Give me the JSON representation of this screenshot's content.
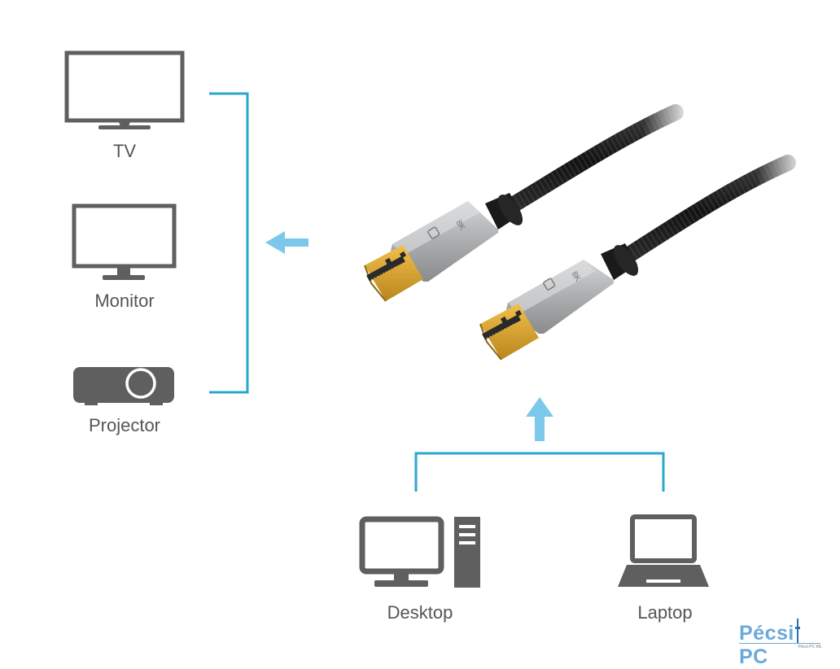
{
  "outputs": {
    "tv_label": "TV",
    "monitor_label": "Monitor",
    "projector_label": "Projector"
  },
  "sources": {
    "desktop_label": "Desktop",
    "laptop_label": "Laptop"
  },
  "cable": {
    "connector_marking": "8K"
  },
  "logo": {
    "text_left": "Pécsi",
    "text_right": "PC",
    "subtext": "Pécsi PC Kft."
  },
  "colors": {
    "bracket": "#2aa8cc",
    "arrow": "#7cc8ea",
    "icon": "#5f5f5f",
    "label": "#555555",
    "connector_shell": "#a9aaac",
    "connector_gold": "#d6a329",
    "cable_braid": "#1b1b1b"
  }
}
